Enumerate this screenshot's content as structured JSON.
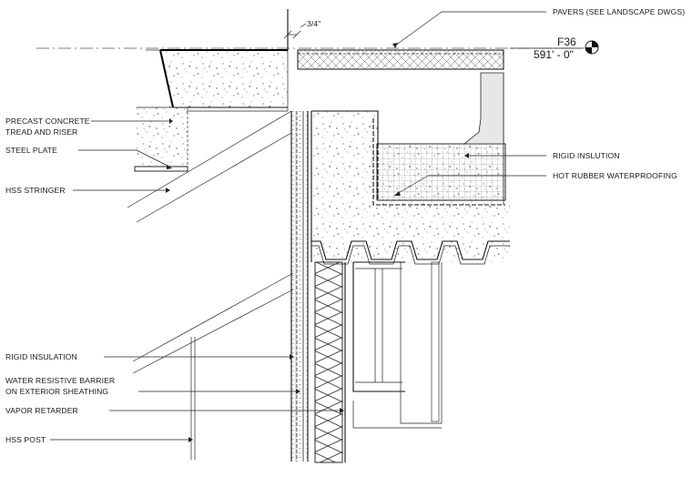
{
  "callouts": {
    "pavers": "PAVERS (SEE LANDSCAPE DWGS)",
    "dimension": "3/4\"",
    "precast_line1": "PRECAST CONCRETE",
    "precast_line2": "TREAD AND RISER",
    "steel_plate": "STEEL PLATE",
    "hss_stringer": "HSS STRINGER",
    "rigid_insulation_right": "RIGID INSLUTION",
    "hot_rubber": "HOT RUBBER WATERPROOFING",
    "rigid_insulation_left": "RIGID INSULATION",
    "wrb_line1": "WATER RESISTIVE BARRIER",
    "wrb_line2": "ON EXTERIOR SHEATHING",
    "vapor_retarder": "VAPOR RETARDER",
    "hss_post": "HSS POST"
  },
  "elevation": {
    "tag": "F36",
    "value": "591' - 0\""
  }
}
